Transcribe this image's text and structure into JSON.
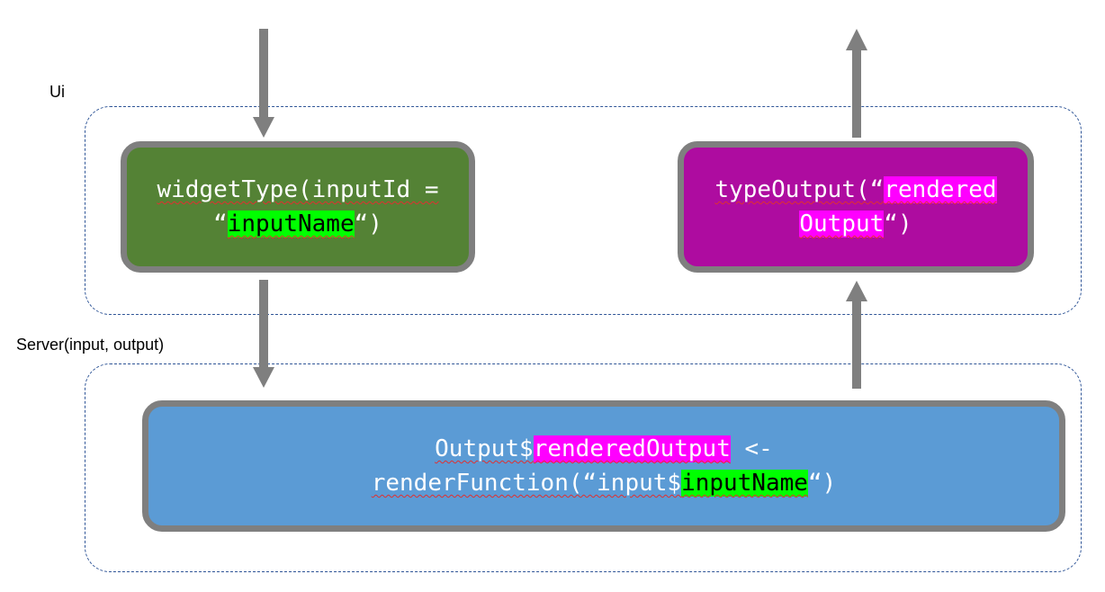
{
  "labels": {
    "ui": "Ui",
    "server": "Server(input, output)"
  },
  "widget_box": {
    "line1": "widgetType(inputId =",
    "quote_open": "“",
    "input_name": "inputName",
    "quote_close": "“)"
  },
  "output_box": {
    "line1_prefix": "typeOutput(“",
    "line1_hl": "rendered",
    "line2_hl": "Output",
    "line2_suffix": "“)"
  },
  "server_box": {
    "line1_prefix": "Output$",
    "line1_hl": "renderedOutput",
    "line1_suffix": " <-",
    "line2_prefix": "renderFunction(“input$",
    "line2_hl": "inputName",
    "line2_suffix": "“)"
  },
  "colors": {
    "widget_fill": "#548235",
    "output_fill": "#ae0ca0",
    "server_fill": "#5b9bd5",
    "border": "#7f7f7f",
    "arrow": "#7f7f7f",
    "region_border": "#2f5597",
    "highlight_green": "#00ff00",
    "highlight_magenta": "#ff00ff"
  }
}
